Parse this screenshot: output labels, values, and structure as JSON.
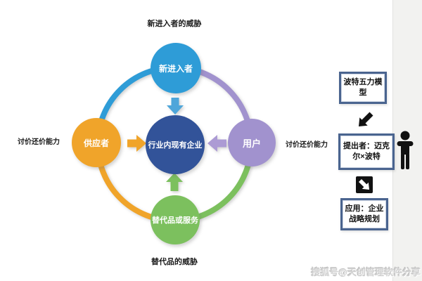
{
  "diagram": {
    "top_threat_label": "新进入者的威胁",
    "bottom_threat_label": "替代品的威胁",
    "left_power_label": "讨价还价能力",
    "right_power_label": "讨价还价能力",
    "nodes": {
      "new_entrants": {
        "label": "新进入者",
        "color": "#2E9CD7"
      },
      "suppliers": {
        "label": "供应者",
        "color": "#F0A42A"
      },
      "industry": {
        "label": "行业内现有企业",
        "color": "#325399"
      },
      "buyers": {
        "label": "用户",
        "color": "#A192CE"
      },
      "substitutes": {
        "label": "替代品或服务",
        "color": "#7CC05E"
      }
    },
    "ring_colors": {
      "top_left": "#2E9CD7",
      "top_right": "#A192CE",
      "bottom_right": "#7CC05E",
      "bottom_left": "#F0A42A"
    },
    "arrow_colors": {
      "from_top": "#4FA6DA",
      "from_left": "#F0A42A",
      "from_right": "#AC9BD4",
      "from_bottom": "#7CC05E"
    }
  },
  "side_panel": {
    "model_box": "波特五力模型",
    "author_box": "提出者：迈克尔×波特",
    "application_box": "应用：企业战略规划",
    "box_border_color": "#4a648f",
    "icons": {
      "between_model_and_author": "arrow-down-left-icon",
      "between_author_and_application": "arrow-down-right-icon",
      "beside_author": "person-icon"
    },
    "icon_color": "#111111"
  },
  "watermark": "搜狐号@天创管理软件分享"
}
